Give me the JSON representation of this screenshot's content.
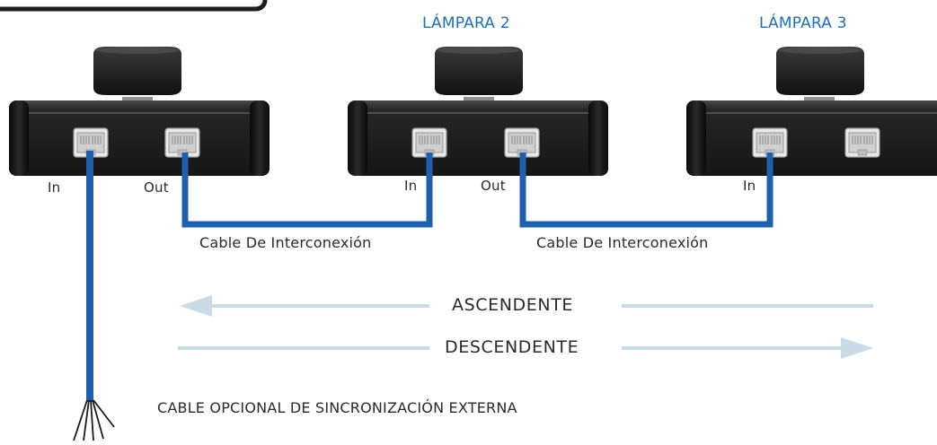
{
  "lamps": [
    {
      "title": "",
      "port_in": "In",
      "port_out": "Out"
    },
    {
      "title": "LÁMPARA 2",
      "port_in": "In",
      "port_out": "Out"
    },
    {
      "title": "LÁMPARA 3",
      "port_in": "In",
      "port_out": ""
    }
  ],
  "cables": [
    {
      "label": "Cable De Interconexión"
    },
    {
      "label": "Cable De Interconexión"
    }
  ],
  "flow": {
    "upstream_label": "ASCENDENTE",
    "downstream_label": "DESCENDENTE"
  },
  "sync_cable": {
    "label": "CABLE OPCIONAL DE SINCRONIZACIÓN EXTERNA"
  },
  "colors": {
    "cable": "#1f5fb0",
    "arrow": "#c9dbe6",
    "title": "#1f6fb8",
    "lamp_body": "#1c1c1c"
  }
}
